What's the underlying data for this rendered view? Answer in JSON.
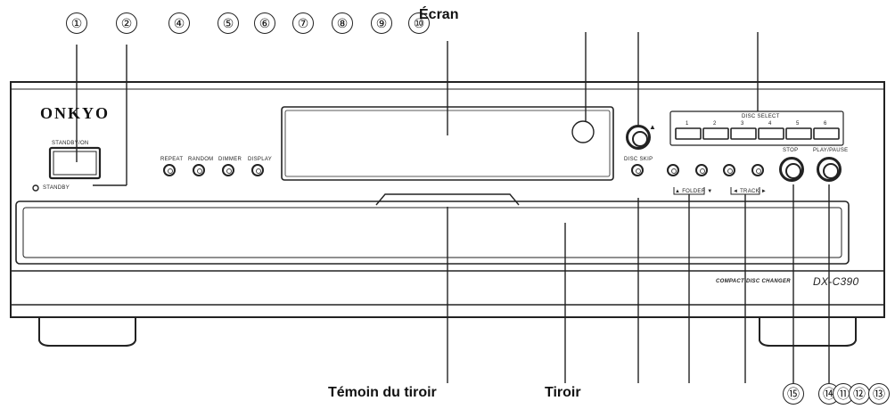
{
  "labels": {
    "ecran": "Écran",
    "temoin": "Témoin du tiroir",
    "tiroir": "Tiroir"
  },
  "callouts_top": [
    "①",
    "②",
    "④",
    "⑤",
    "⑥",
    "⑦",
    "⑧",
    "⑨",
    "⑩"
  ],
  "callouts_bottom": [
    "⑮",
    "⑭",
    "⑪",
    "⑫",
    "⑬"
  ],
  "brand": "ONKYO",
  "panel": {
    "standby_on": "STANDBY/ON",
    "standby": "STANDBY",
    "repeat": "REPEAT",
    "random": "RANDOM",
    "dimmer": "DIMMER",
    "display": "DISPLAY",
    "open_close": "▲",
    "disc_skip": "DISC SKIP",
    "disc_select": "DISC SELECT",
    "disc_numbers": [
      "1",
      "2",
      "3",
      "4",
      "5",
      "6"
    ],
    "stop": "STOP",
    "play_pause": "PLAY/PAUSE",
    "folder": "▲ FOLDER ▼",
    "track": "◄ TRACK ►",
    "model_text": "COMPACT DISC CHANGER",
    "model": "DX-C390"
  },
  "colors": {
    "line": "#222222",
    "panel": "#ffffff"
  }
}
